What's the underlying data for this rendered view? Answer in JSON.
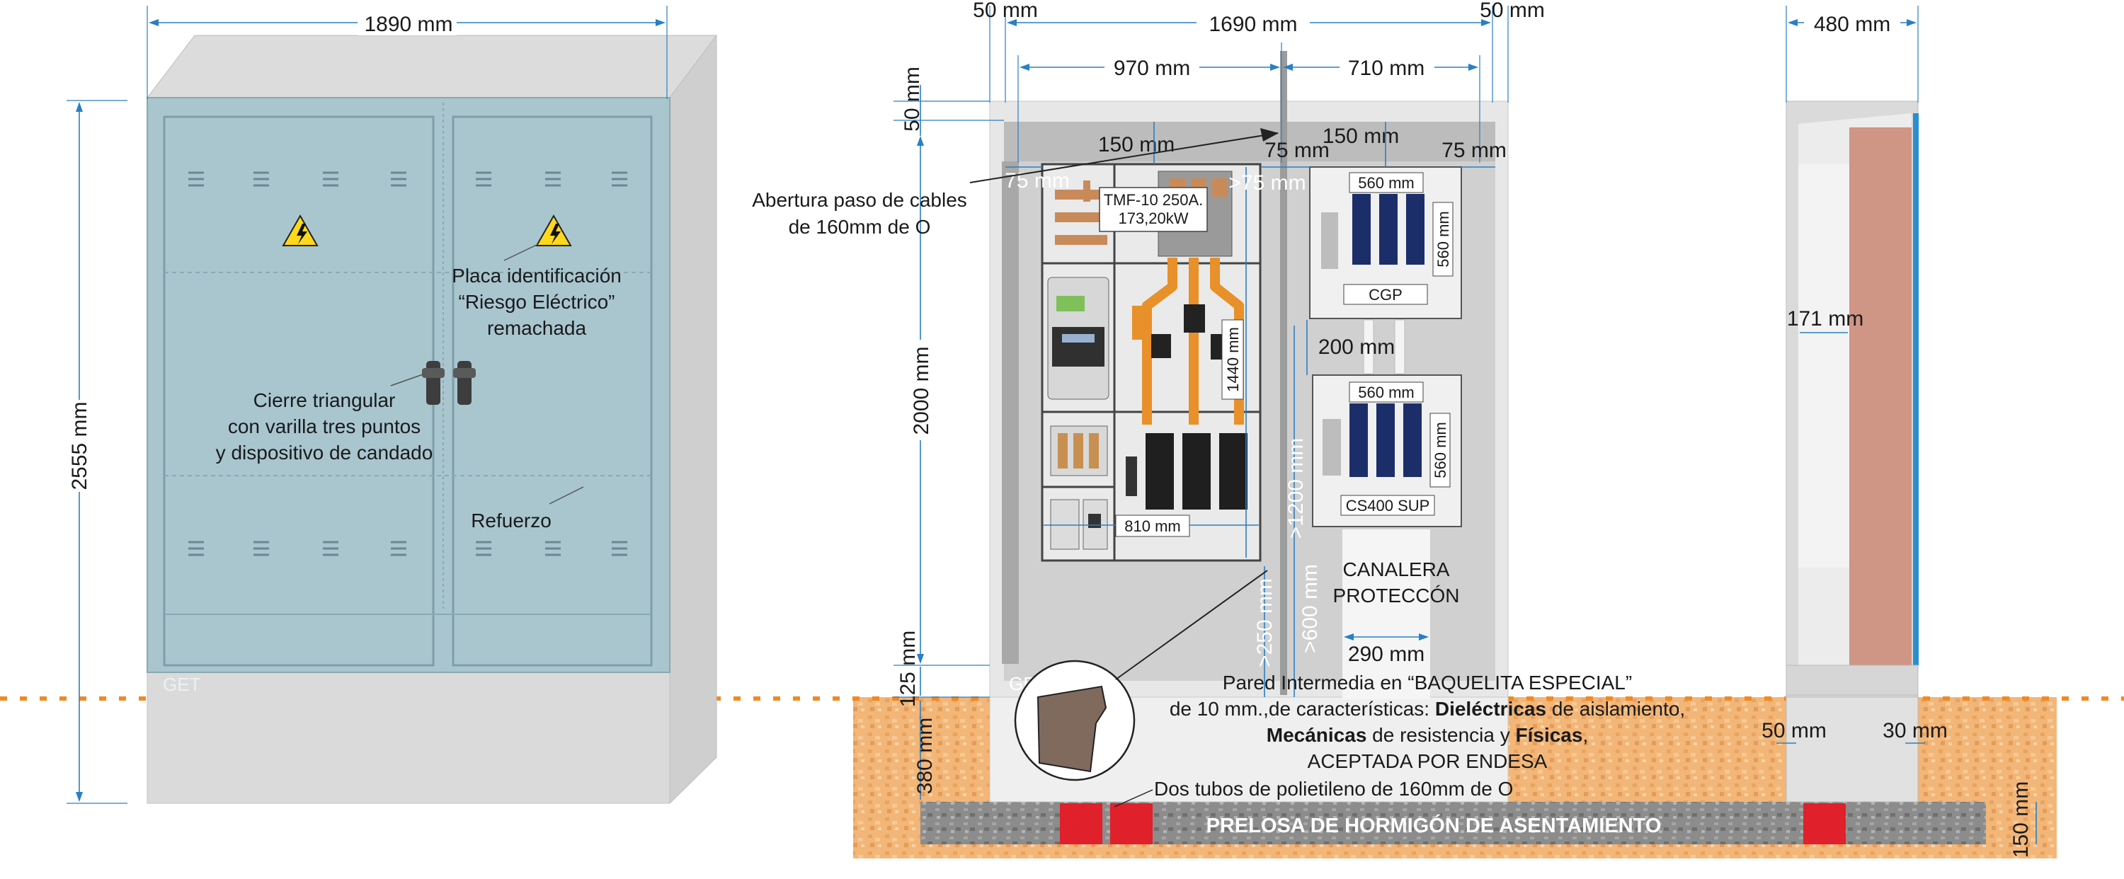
{
  "watermark": "GET",
  "front": {
    "width": "1890 mm",
    "height": "2555 mm",
    "label_closure": [
      "Cierre triangular",
      "con varilla tres puntos",
      "y dispositivo de candado"
    ],
    "label_plate": [
      "Placa identificación",
      "“Riesgo Eléctrico”",
      "remachada"
    ],
    "label_reinforcement": "Refuerzo"
  },
  "middle": {
    "margin_left": "50 mm",
    "margin_right": "50 mm",
    "inner_width": "1690 mm",
    "left_section": "970 mm",
    "right_section": "710 mm",
    "top_gap": "50 mm",
    "offset_150_left": "150 mm",
    "offset_150_right": "150 mm",
    "gap_75_a": "75 mm",
    "gap_75_b": "75 mm",
    "gap_75_c": ">75 mm",
    "gap_75_d": "75 mm",
    "height_2000": "2000 mm",
    "height_125": "125 mm",
    "height_380": "380 mm",
    "tmf_label": [
      "TMF-10 250A.",
      "173,20kW"
    ],
    "height_1440": "1440 mm",
    "width_810": "810 mm",
    "cgp_width": "560 mm",
    "cgp_height": "560 mm",
    "cgp_label": "CGP",
    "gap_200": "200 mm",
    "cs_width": "560 mm",
    "cs_height": "560 mm",
    "cs_label": "CS400 SUP",
    "height_1200": ">1200 mm",
    "height_600": ">600 mm",
    "height_250": ">250 mm",
    "canalera": [
      "CANALERA",
      "PROTECCÓN"
    ],
    "width_290": "290 mm",
    "cable_opening": [
      "Abertura paso de cables",
      "de 160mm de O"
    ],
    "wall_note": {
      "line1": "Pared Intermedia en “BAQUELITA ESPECIAL”",
      "line2_a": "de 10 mm.,de características: ",
      "line2_b": "Dieléctricas",
      "line2_c": " de aislamiento,",
      "line3_a": "Mecánicas",
      "line3_b": " de resistencia y ",
      "line3_c": "Físicas",
      "line3_d": ",",
      "line4": "ACEPTADA POR ENDESA"
    },
    "tubes_note": "Dos tubos de polietileno de 160mm de O",
    "slab_label": "PRELOSA DE HORMIGÓN DE ASENTAMIENTO"
  },
  "side": {
    "depth": "480 mm",
    "inner_171": "171 mm",
    "base_50": "50 mm",
    "base_30": "30 mm",
    "slab_150": "150 mm"
  },
  "colors": {
    "door": "#a9c6cf",
    "ground": "#f0b070",
    "ground_line": "#f08a24",
    "slab": "#8a8a8a",
    "tube": "#e0202a",
    "dim_line": "#2a7fc4",
    "cable": "#e8902a",
    "side_panel": "#cf9585"
  }
}
